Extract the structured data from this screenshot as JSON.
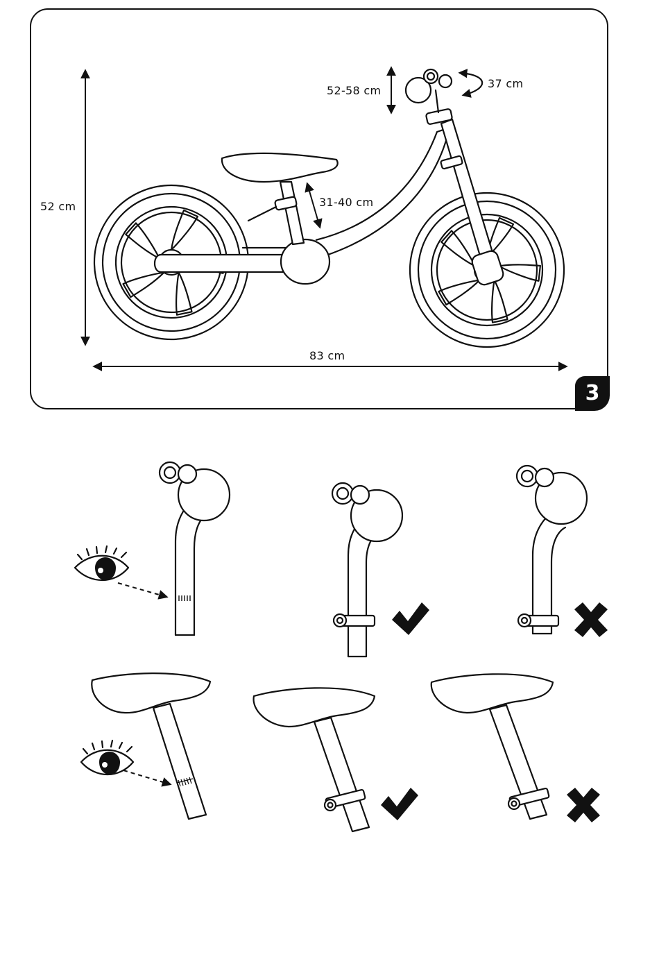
{
  "figure": {
    "step_number": "3",
    "dimensions": {
      "height": "52 cm",
      "length": "83 cm",
      "seat_height": "31-40 cm",
      "handlebar_height": "52-58 cm",
      "handlebar_rotation": "37 cm"
    }
  },
  "instructions": {
    "handlebar_row": [
      "inspect-marking",
      "correct",
      "incorrect"
    ],
    "seat_row": [
      "inspect-marking",
      "correct",
      "incorrect"
    ]
  },
  "colors": {
    "line": "#111111",
    "background": "#ffffff"
  }
}
